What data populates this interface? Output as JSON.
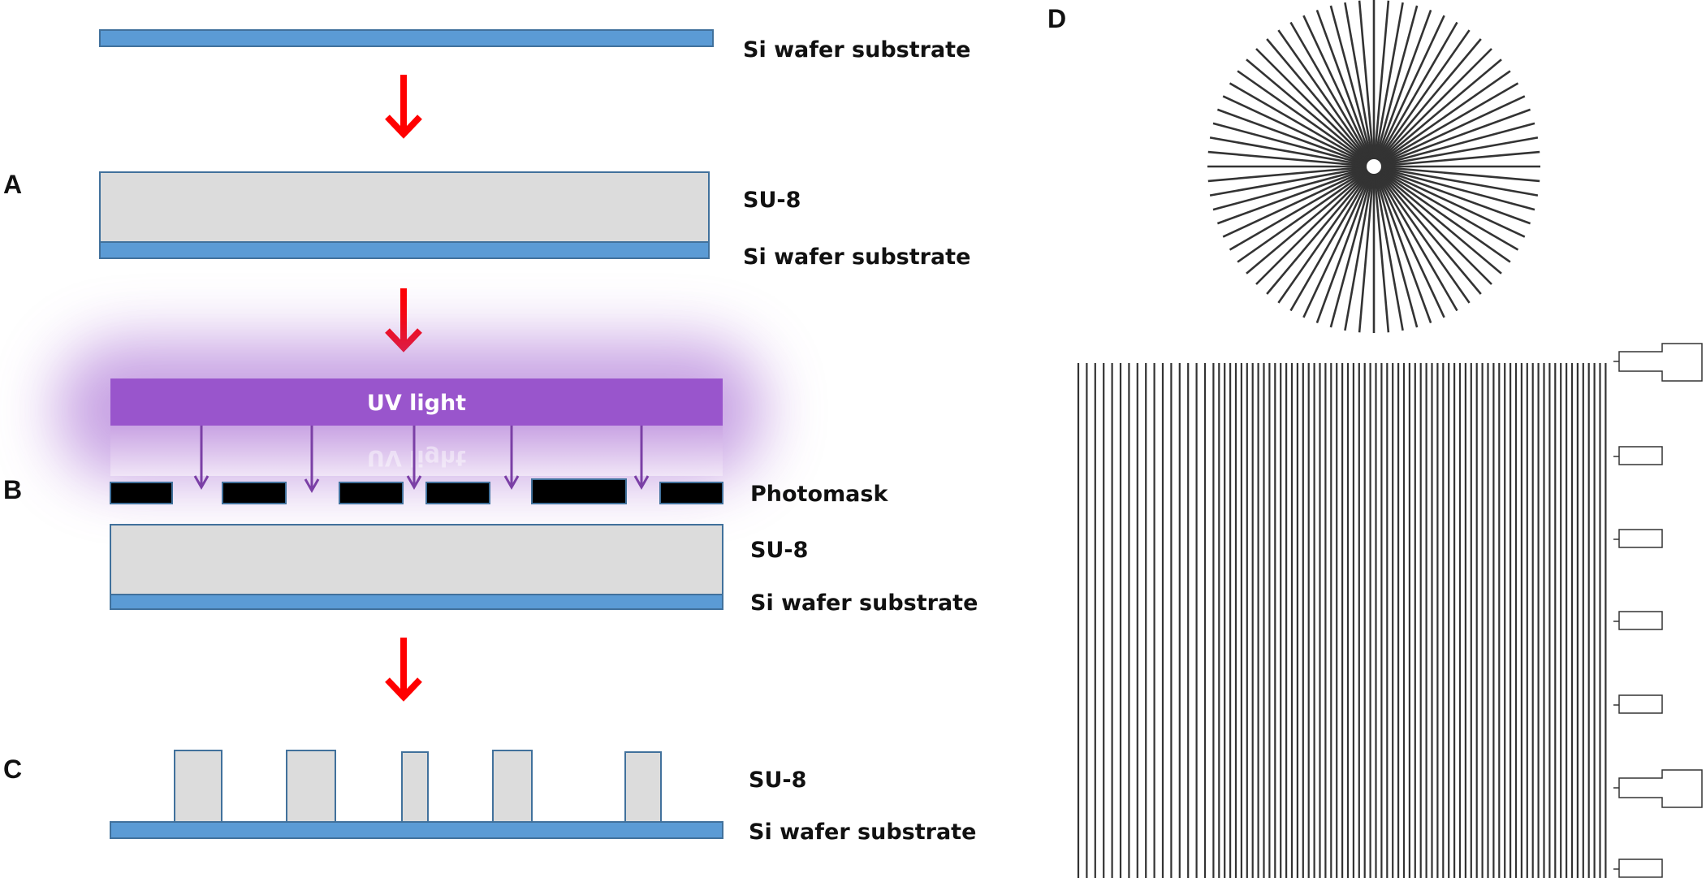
{
  "panels": {
    "a": "A",
    "b": "B",
    "c": "C",
    "d": "D"
  },
  "labels": {
    "si": "Si wafer substrate",
    "su8": "SU-8",
    "photomask": "Photomask",
    "uv": "UV light"
  },
  "colors": {
    "substrate": "#5b9bd5",
    "substrate_edge": "#41719c",
    "su8": "#dcdcdc",
    "mask": "#000000",
    "uv": "#9955cc",
    "arrow": "#ff0000",
    "uv_arrow": "#7b3fa6",
    "pattern": "#333333"
  },
  "arrows": {
    "icon": "red-down-arrow"
  }
}
